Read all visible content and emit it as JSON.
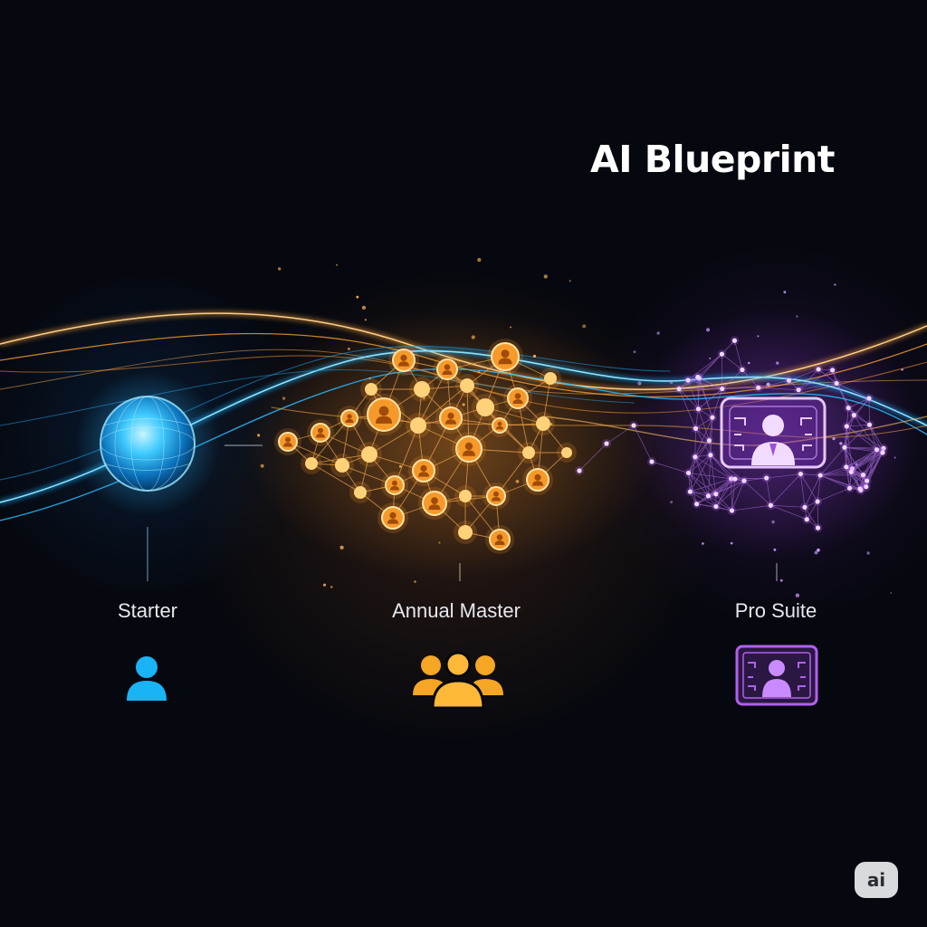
{
  "title": "AI Blueprint",
  "tiers": [
    {
      "label": "Starter",
      "icon": "single-user-icon",
      "color": "#19b4f5"
    },
    {
      "label": "Annual Master",
      "icon": "user-group-icon",
      "color": "#f5a623"
    },
    {
      "label": "Pro Suite",
      "icon": "profile-card-icon",
      "color": "#b25ff0"
    }
  ],
  "badge": "ai",
  "colors": {
    "background": "#06080f",
    "blue": "#19b4f5",
    "orange": "#f5a623",
    "purple": "#b25ff0"
  }
}
